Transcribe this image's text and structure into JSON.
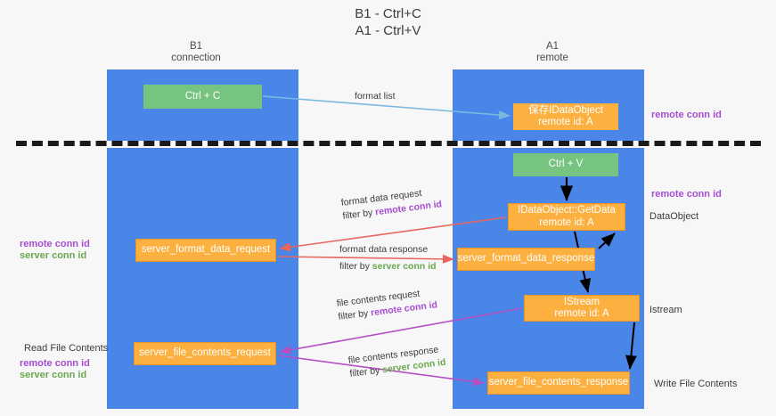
{
  "title": "B1 - Ctrl+C\nA1 - Ctrl+V",
  "columns": {
    "left": "B1\nconnection",
    "right": "A1\nremote"
  },
  "nodes": {
    "ctrl_c": "Ctrl + C",
    "idataobject": "保存IDataObject\nremote id: A",
    "ctrl_v": "Ctrl + V",
    "getdata": "IDataObject::GetData\nremote id: A",
    "server_format_data_request": "server_format_data_request",
    "server_format_data_response": "server_format_data_response",
    "istream": "IStream\nremote id: A",
    "server_file_contents_request": "server_file_contents_request",
    "server_file_contents_response": "server_file_contents_response"
  },
  "side_labels": {
    "dataobject": "DataObject",
    "istream": "Istream",
    "write_file_contents": "Write File Contents",
    "read_file_contents": "Read File Contents"
  },
  "conn_ids": {
    "remote": "remote conn id",
    "server": "server conn id"
  },
  "edges": {
    "format_list": "format list",
    "format_data_request": "format data request",
    "format_data_request_filter_prefix": "filter by ",
    "format_data_response": "format data response",
    "format_data_response_filter_prefix": "filter by ",
    "file_contents_request": "file contents request",
    "file_contents_request_filter_prefix": "filter by ",
    "file_contents_response": "file contents response",
    "file_contents_response_filter_prefix": "filter by "
  },
  "colors": {
    "lane": "#4a86e8",
    "green_node": "#76c47f",
    "orange_node": "#fbb040",
    "remote_conn_id": "#a64dd0",
    "server_conn_id": "#6aa84f",
    "arrow_blue": "#7ab8e0",
    "arrow_red": "#e8665e",
    "arrow_purple": "#b44fc4",
    "arrow_black": "#000000",
    "divider": "#1a1a1a",
    "background": "#f7f7f7"
  }
}
